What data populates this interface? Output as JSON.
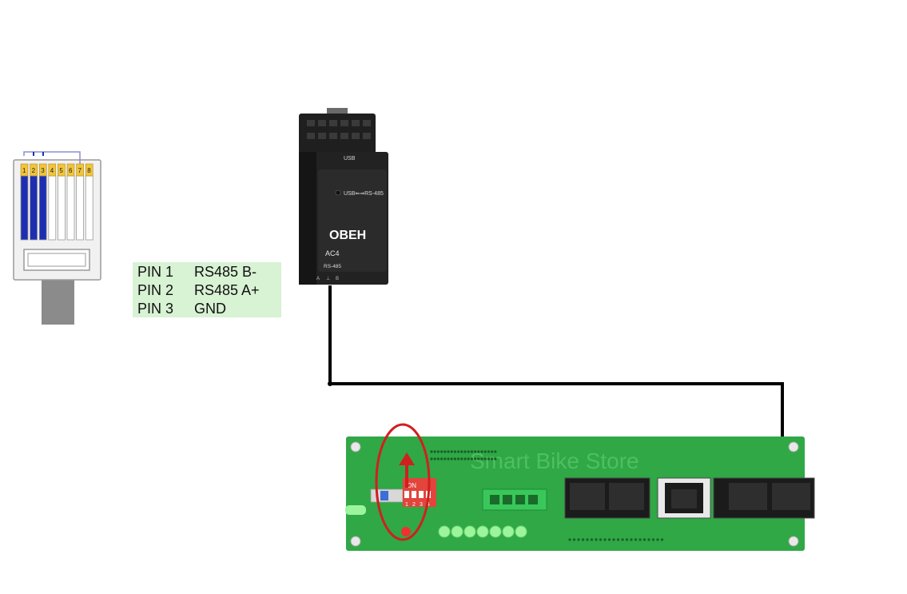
{
  "connector": {
    "pin_numbers": [
      "1",
      "2",
      "3",
      "4",
      "5",
      "6",
      "7",
      "8"
    ]
  },
  "pin_legend": [
    {
      "pin": "PIN 1",
      "signal": "RS485 B-"
    },
    {
      "pin": "PIN 2",
      "signal": "RS485 A+"
    },
    {
      "pin": "PIN 3",
      "signal": "GND"
    }
  ],
  "converter": {
    "usb_label": "USB",
    "mode_label": "USB⇐⇒RS-485",
    "brand": "ОВЕН",
    "model": "AC4",
    "port_label": "RS-485",
    "terminal_labels": [
      "A",
      "⊥",
      "B"
    ]
  },
  "board": {
    "dip_on_label": "ON",
    "dip_numbers": [
      "1",
      "2",
      "3",
      "4"
    ],
    "watermark": "Smart Bike Store"
  },
  "colors": {
    "wire": "#000000",
    "pcb": "#2fa845",
    "rj45_blue": "#1d2fb0",
    "rj45_contact": "#f2c43a",
    "highlight": "#d11f1f",
    "legend_bg": "#d8f2d4"
  }
}
